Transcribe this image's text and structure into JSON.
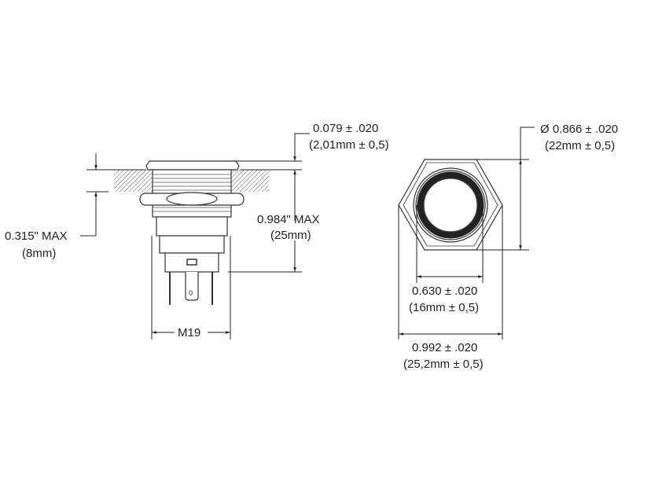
{
  "side_view": {
    "panel_thickness": {
      "inch": "0.079 ± .020",
      "mm": "(2,01mm ± 0,5)"
    },
    "max_behind_panel": {
      "inch": "0.315\" MAX",
      "mm": "(8mm)"
    },
    "max_length": {
      "inch": "0.984\" MAX",
      "mm": "(25mm)"
    },
    "thread": "M19",
    "terminal_mark": "0"
  },
  "front_view": {
    "diameter": {
      "inch": "Ø 0.866 ± .020",
      "mm": "(22mm ± 0,5)"
    },
    "inner": {
      "inch": "0.630 ± .020",
      "mm": "(16mm ± 0,5)"
    },
    "across": {
      "inch": "0.992 ± .020",
      "mm": "(25,2mm ± 0,5)"
    }
  }
}
